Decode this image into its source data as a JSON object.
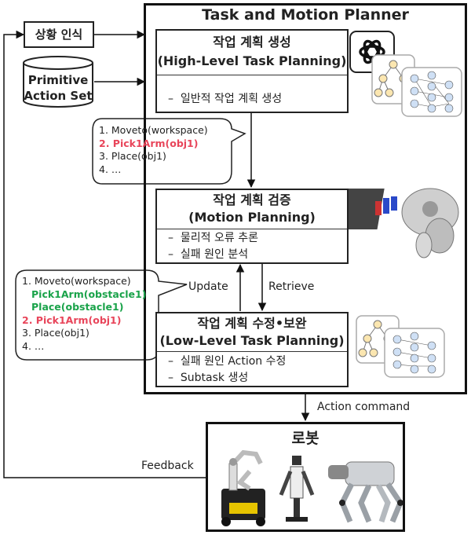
{
  "planner": {
    "title": "Task and Motion Planner"
  },
  "inputs": {
    "situation": "상황 인식",
    "primitive_line1": "Primitive",
    "primitive_line2": "Action Set"
  },
  "high_level": {
    "title_line1": "작업 계획 생성",
    "title_line2": "(High-Level Task Planning)",
    "bullets": [
      "일반적 작업 계획 생성"
    ]
  },
  "motion": {
    "title_line1": "작업 계획 검증",
    "title_line2": "(Motion Planning)",
    "bullets": [
      "물리적 오류 추론",
      "실패 원인 분석"
    ]
  },
  "low_level": {
    "title_line1": "작업 계획 수정•보완",
    "title_line2": "(Low-Level Task Planning)",
    "bullets": [
      "실패 원인 Action 수정",
      "Subtask 생성"
    ]
  },
  "bullet_marker": "–",
  "bubble1": [
    "1. Moveto(workspace)",
    "2. Pick1Arm(obj1)",
    "3. Place(obj1)",
    "4. …"
  ],
  "bubble2": [
    "1. Moveto(workspace)",
    "Pick1Arm(obstacle1)",
    "Place(obstacle1)",
    "2. Pick1Arm(obj1)",
    "3. Place(obj1)",
    "4. …"
  ],
  "edges": {
    "update": "Update",
    "retrieve": "Retrieve",
    "action_command": "Action command",
    "feedback": "Feedback"
  },
  "robot": {
    "title": "로봇"
  },
  "colors": {
    "green": "#1aa34a",
    "red": "#e8455a"
  }
}
